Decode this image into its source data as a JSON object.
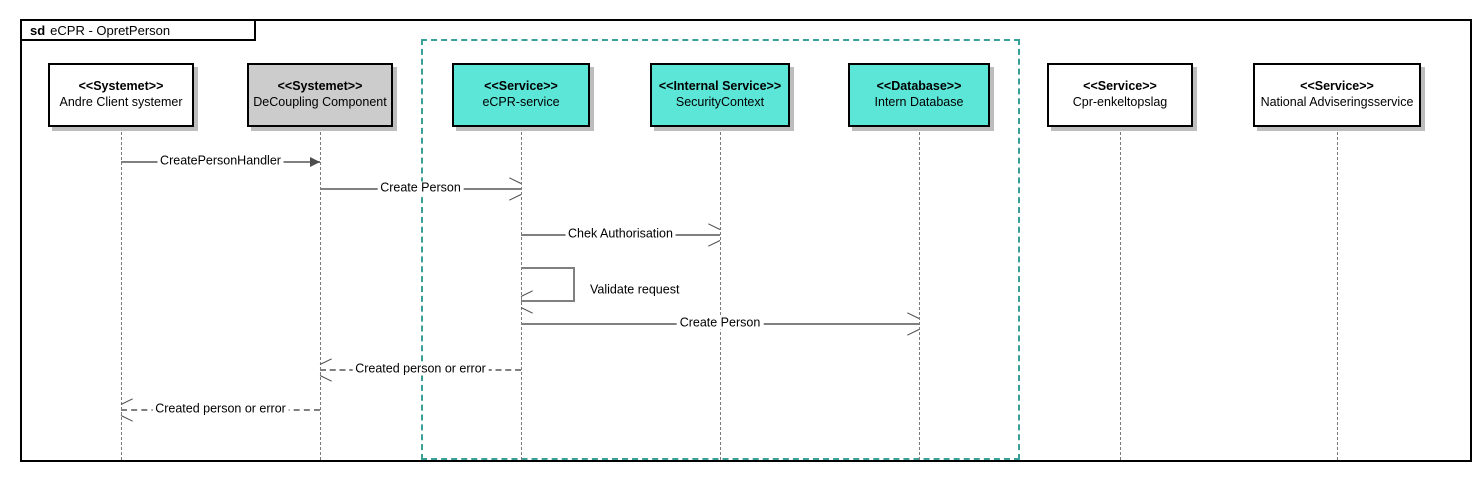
{
  "frame": {
    "keyword": "sd",
    "title": "eCPR - OpretPerson"
  },
  "colors": {
    "service_fill": "#5ce6d8",
    "decoupling_fill": "#cccccc",
    "plain_fill": "#ffffff",
    "region_border": "#3a9e99",
    "message_line": "#808080",
    "lifeline_dash": "#7a7a7a",
    "frame_border": "#000000"
  },
  "region": {
    "name": "ecpr-internal-boundary",
    "style": "dashed"
  },
  "lifelines": [
    {
      "id": "andre-client-systemer",
      "stereotype": "<<Systemet>>",
      "name": "Andre Client systemer",
      "fill": "white"
    },
    {
      "id": "decoupling-component",
      "stereotype": "<<Systemet>>",
      "name": "DeCoupling Component",
      "fill": "gray"
    },
    {
      "id": "ecpr-service",
      "stereotype": "<<Service>>",
      "name": "eCPR-service",
      "fill": "cyan"
    },
    {
      "id": "securitycontext",
      "stereotype": "<<Internal Service>>",
      "name": "SecurityContext",
      "fill": "cyan"
    },
    {
      "id": "intern-database",
      "stereotype": "<<Database>>",
      "name": "Intern Database",
      "fill": "cyan"
    },
    {
      "id": "cpr-enkeltopslag",
      "stereotype": "<<Service>>",
      "name": "Cpr-enkeltopslag",
      "fill": "white"
    },
    {
      "id": "national-adviseringsservice",
      "stereotype": "<<Service>>",
      "name": "National Adviseringsservice",
      "fill": "white"
    }
  ],
  "messages": [
    {
      "id": "msg-createpersonhandler",
      "label": "CreatePersonHandler",
      "from": "andre-client-systemer",
      "to": "decoupling-component",
      "kind": "sync",
      "arrow": "filled"
    },
    {
      "id": "msg-create-person-1",
      "label": "Create Person",
      "from": "decoupling-component",
      "to": "ecpr-service",
      "kind": "sync",
      "arrow": "open"
    },
    {
      "id": "msg-chek-authorisation",
      "label": "Chek Authorisation",
      "from": "ecpr-service",
      "to": "securitycontext",
      "kind": "sync",
      "arrow": "open"
    },
    {
      "id": "msg-validate-request",
      "label": "Validate request",
      "from": "ecpr-service",
      "to": "ecpr-service",
      "kind": "self",
      "arrow": "open"
    },
    {
      "id": "msg-create-person-2",
      "label": "Create Person",
      "from": "ecpr-service",
      "to": "intern-database",
      "kind": "sync",
      "arrow": "open"
    },
    {
      "id": "msg-return-1",
      "label": "Created person or error",
      "from": "ecpr-service",
      "to": "decoupling-component",
      "kind": "return",
      "arrow": "open"
    },
    {
      "id": "msg-return-2",
      "label": "Created person or error",
      "from": "decoupling-component",
      "to": "andre-client-systemer",
      "kind": "return",
      "arrow": "open"
    }
  ]
}
